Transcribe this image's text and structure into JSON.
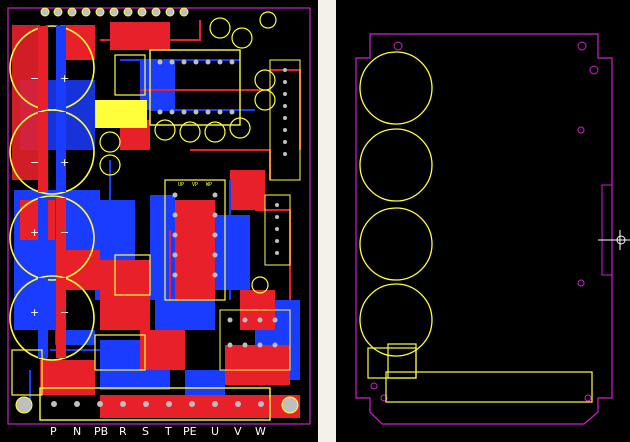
{
  "app": {
    "left_view": "pcb-layout-top",
    "right_view": "pcb-outline-mechanical"
  },
  "colors": {
    "board_bg": "#000000",
    "top_copper": "#e8202a",
    "bottom_copper": "#1a3cff",
    "silkscreen": "#ffff3c",
    "board_outline": "#d020d0",
    "pad": "#bfbfbf",
    "divider": "#f4f2e8"
  },
  "terminals": [
    "P",
    "N",
    "PB",
    "R",
    "S",
    "T",
    "PE",
    "U",
    "V",
    "W"
  ],
  "capacitors": [
    {
      "polarity_left": "−",
      "polarity_right": "+"
    },
    {
      "polarity_left": "−",
      "polarity_right": "+"
    },
    {
      "polarity_left": "+",
      "polarity_right": "−"
    },
    {
      "polarity_left": "+",
      "polarity_right": "−"
    }
  ],
  "silk_labels": [
    "UP",
    "VP",
    "WP"
  ]
}
